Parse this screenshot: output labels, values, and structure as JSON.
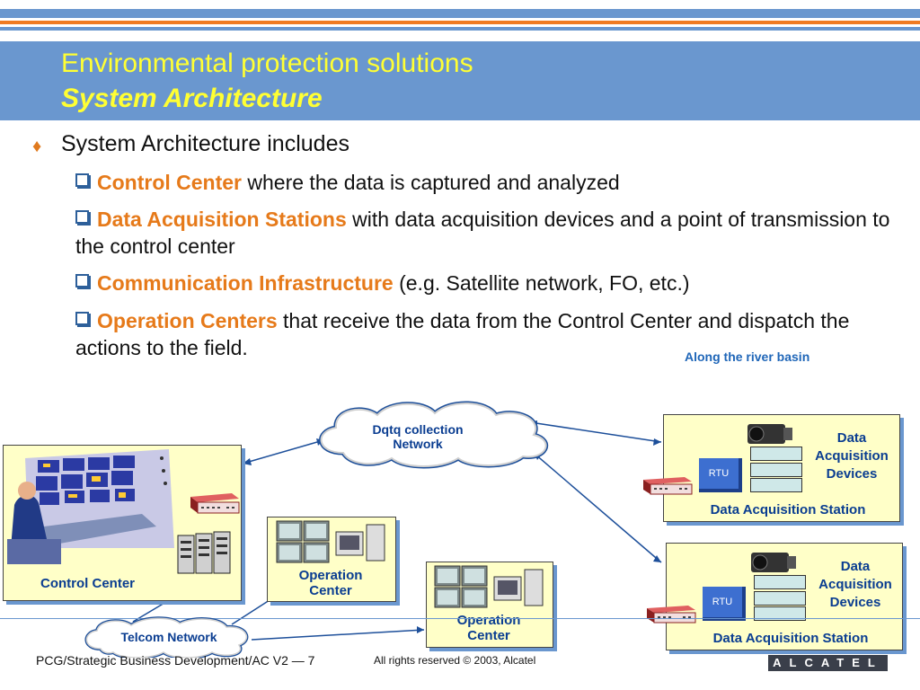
{
  "header": {
    "title": "Environmental protection solutions",
    "subtitle": "System Architecture"
  },
  "content": {
    "bullet_icon": "diamond-bullet-icon",
    "main_point": "System Architecture includes",
    "sub_points": [
      {
        "highlight": "Control Center",
        "text": " where the data is captured and analyzed"
      },
      {
        "highlight": "Data Acquisition Stations",
        "text": " with data acquisition devices and a point of transmission to the control center"
      },
      {
        "highlight": "Communication Infrastructure",
        "text": " (e.g. Satellite network, FO, etc.)"
      },
      {
        "highlight": "Operation Centers",
        "text": " that receive the data from the Control Center and dispatch the actions to the field."
      }
    ]
  },
  "diagram": {
    "annotation": "Along the river basin",
    "collection_cloud": {
      "line1": "Dqtq collection",
      "line2": "Network"
    },
    "telcom_cloud": "Telcom Network",
    "control_center": "Control Center",
    "operation_center_1": {
      "line1": "Operation",
      "line2": "Center"
    },
    "operation_center_2": {
      "line1": "Operation",
      "line2": "Center"
    },
    "station_1": {
      "rtu": "RTU",
      "devices": [
        "Data",
        "Acquisition",
        "Devices"
      ],
      "label": "Data Acquisition Station"
    },
    "station_2": {
      "rtu": "RTU",
      "devices": [
        "Data",
        "Acquisition",
        "Devices"
      ],
      "label": "Data Acquisition Station"
    }
  },
  "footer": {
    "left": "PCG/Strategic Business Development/AC V2  — 7",
    "middle": "All rights reserved © 2003, Alcatel",
    "logo": "ALCATEL"
  },
  "colors": {
    "header_band": "#6a97cf",
    "accent_orange": "#f07b22",
    "title_yellow": "#ffff33",
    "highlight_orange": "#e67a1a",
    "panel_fill": "#ffffc8",
    "label_blue": "#0a3d91"
  }
}
